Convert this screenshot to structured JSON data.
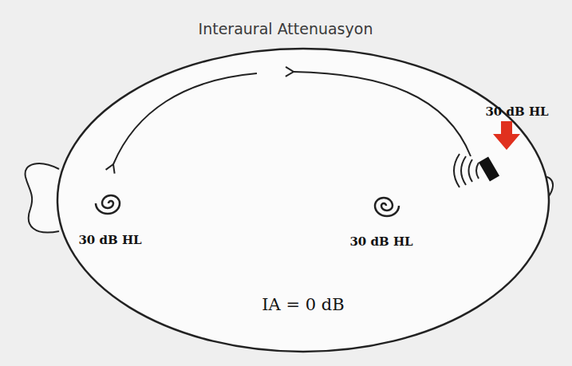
{
  "diagram": {
    "title": "Interaural Attenuasyon",
    "labels": [
      "30 dB HL",
      "30 dB HL",
      "30 dB HL",
      "IA = 0 dB"
    ]
  }
}
